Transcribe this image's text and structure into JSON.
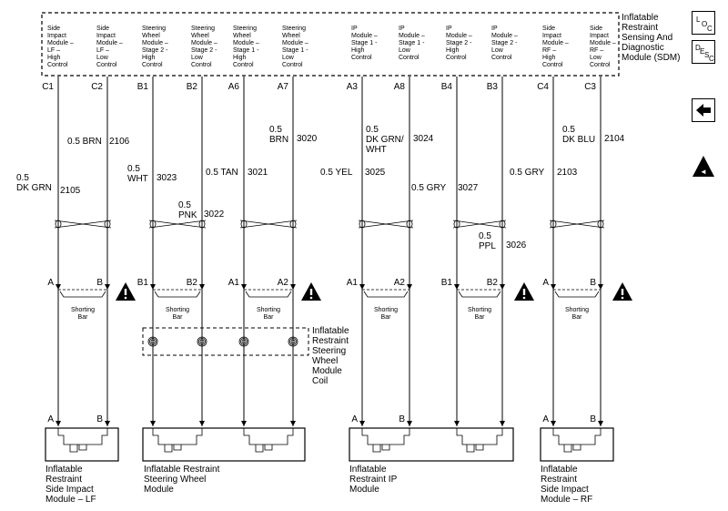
{
  "sdm": {
    "title": [
      "Inflatable",
      "Restraint",
      "Sensing And",
      "Diagnostic",
      "Module (SDM)"
    ],
    "labels": [
      [
        "Side",
        "Impact",
        "Module –",
        "LF –",
        "High",
        "Control"
      ],
      [
        "Side",
        "Impact",
        "Module –",
        "LF –",
        "Low",
        "Control"
      ],
      [
        "Steering",
        "Wheel",
        "Module –",
        "Stage 2 -",
        "High",
        "Control"
      ],
      [
        "Steering",
        "Wheel",
        "Module –",
        "Stage 2 -",
        "Low",
        "Control"
      ],
      [
        "Steering",
        "Wheel",
        "Module –",
        "Stage 1 -",
        "High",
        "Control"
      ],
      [
        "Steering",
        "Wheel",
        "Module –",
        "Stage 1 -",
        "Low",
        "Control"
      ],
      [
        "IP",
        "Module –",
        "Stage 1 -",
        "High",
        "Control"
      ],
      [
        "IP",
        "Module –",
        "Stage 1 -",
        "Low",
        "Control"
      ],
      [
        "IP",
        "Module –",
        "Stage 2 -",
        "High",
        "Control"
      ],
      [
        "IP",
        "Module –",
        "Stage 2 -",
        "Low",
        "Control"
      ],
      [
        "Side",
        "Impact",
        "Module –",
        "RF –",
        "High",
        "Control"
      ],
      [
        "Side",
        "Impact",
        "Module –",
        "RF –",
        "Low",
        "Control"
      ]
    ],
    "pins": [
      "C1",
      "C2",
      "B1",
      "B2",
      "A6",
      "A7",
      "A3",
      "A8",
      "B4",
      "B3",
      "C4",
      "C3"
    ]
  },
  "wires": [
    {
      "lines": [
        "0.5",
        "DK GRN"
      ],
      "circuit": "2105"
    },
    {
      "lines": [
        "0.5 BRN"
      ],
      "circuit": "2106"
    },
    {
      "lines": [
        "0.5",
        "WHT"
      ],
      "circuit": "3023"
    },
    {
      "lines": [
        "0.5",
        "PNK"
      ],
      "circuit": "3022"
    },
    {
      "lines": [
        "0.5 TAN"
      ],
      "circuit": "3021"
    },
    {
      "lines": [
        "0.5",
        "BRN"
      ],
      "circuit": "3020"
    },
    {
      "lines": [
        "0.5 YEL"
      ],
      "circuit": "3025"
    },
    {
      "lines": [
        "0.5",
        "DK GRN/",
        "WHT"
      ],
      "circuit": "3024"
    },
    {
      "lines": [
        "0.5 GRY"
      ],
      "circuit": "3027"
    },
    {
      "lines": [
        "0.5",
        "PPL"
      ],
      "circuit": "3026"
    },
    {
      "lines": [
        "0.5 GRY"
      ],
      "circuit": "2103"
    },
    {
      "lines": [
        "0.5",
        "DK BLU"
      ],
      "circuit": "2104"
    }
  ],
  "midPins": [
    "A",
    "B",
    "B1",
    "B2",
    "A1",
    "A2",
    "A1",
    "A2",
    "B1",
    "B2",
    "A",
    "B"
  ],
  "shortingBar": [
    "Shorting",
    "Bar"
  ],
  "coil": [
    "Inflatable",
    "Restraint",
    "Steering",
    "Wheel",
    "Module",
    "Coil"
  ],
  "bottomPins": [
    "A",
    "B",
    "",
    "",
    "",
    "",
    "A",
    "B",
    "",
    "",
    "A",
    "B"
  ],
  "modules": [
    [
      "Inflatable",
      "Restraint",
      "Side Impact",
      "Module – LF"
    ],
    [
      "Inflatable Restraint",
      "Steering Wheel",
      "Module"
    ],
    [
      "Inflatable",
      "Restraint IP",
      "Module"
    ],
    [
      "Inflatable",
      "Restraint",
      "Side Impact",
      "Module – RF"
    ]
  ],
  "side": {
    "loc": [
      "L",
      "O",
      "C"
    ],
    "desc": [
      "D",
      "E",
      "S",
      "C"
    ],
    "back_icon": "left-arrow-icon",
    "prev_icon": "previous-page-icon"
  }
}
